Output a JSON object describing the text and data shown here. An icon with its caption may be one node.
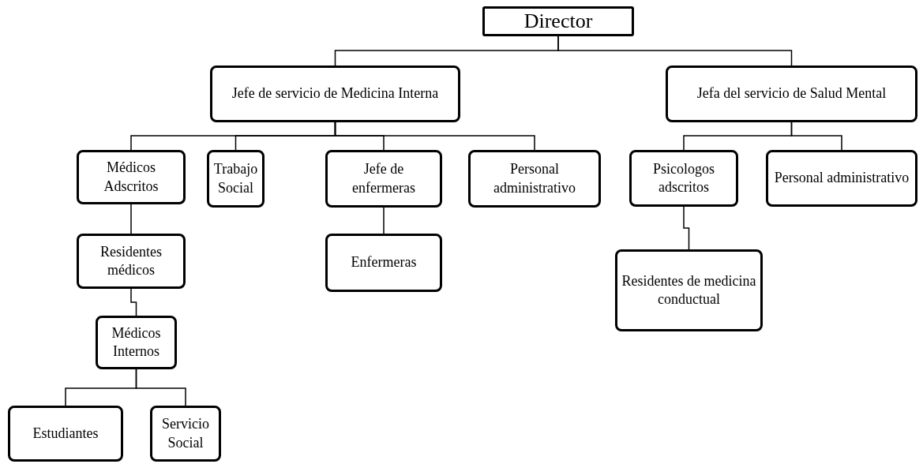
{
  "diagram": {
    "nodes": [
      {
        "text": [
          "Director"
        ]
      },
      {
        "text": [
          "Jefe de servicio de Medicina Interna"
        ]
      },
      {
        "text": [
          "Jefa del servicio de Salud Mental"
        ]
      },
      {
        "text": [
          "Médicos Adscritos"
        ]
      },
      {
        "text": [
          "Trabajo Social"
        ]
      },
      {
        "text": [
          "Jefe de enfermeras"
        ]
      },
      {
        "text": [
          "Personal administrativo"
        ]
      },
      {
        "text": [
          "Psicologos adscritos"
        ]
      },
      {
        "text": [
          "Personal administrativo"
        ]
      },
      {
        "text": [
          "Residentes médicos"
        ]
      },
      {
        "text": [
          "Enfermeras"
        ]
      },
      {
        "text": [
          "Residentes de medicina conductual"
        ]
      },
      {
        "text": [
          "Médicos Internos"
        ]
      },
      {
        "text": [
          "Estudiantes"
        ]
      },
      {
        "text": [
          "Servicio Social"
        ]
      }
    ],
    "edges": [
      {
        "from": 0,
        "to": 1,
        "arrow": "none"
      },
      {
        "from": 0,
        "to": 2,
        "arrow": "none"
      },
      {
        "from": 1,
        "to": 3,
        "arrow": "none"
      },
      {
        "from": 1,
        "to": 4,
        "arrow": "none"
      },
      {
        "from": 1,
        "to": 5,
        "arrow": "none"
      },
      {
        "from": 1,
        "to": 6,
        "arrow": "none"
      },
      {
        "from": 2,
        "to": 7,
        "arrow": "none"
      },
      {
        "from": 2,
        "to": 8,
        "arrow": "none"
      },
      {
        "from": 3,
        "to": 9,
        "arrow": "none"
      },
      {
        "from": 5,
        "to": 10,
        "arrow": "none"
      },
      {
        "from": 7,
        "to": 11,
        "arrow": "none"
      },
      {
        "from": 9,
        "to": 12,
        "arrow": "none"
      },
      {
        "from": 12,
        "to": 13,
        "arrow": "none"
      },
      {
        "from": 12,
        "to": 14,
        "arrow": "none"
      }
    ]
  }
}
